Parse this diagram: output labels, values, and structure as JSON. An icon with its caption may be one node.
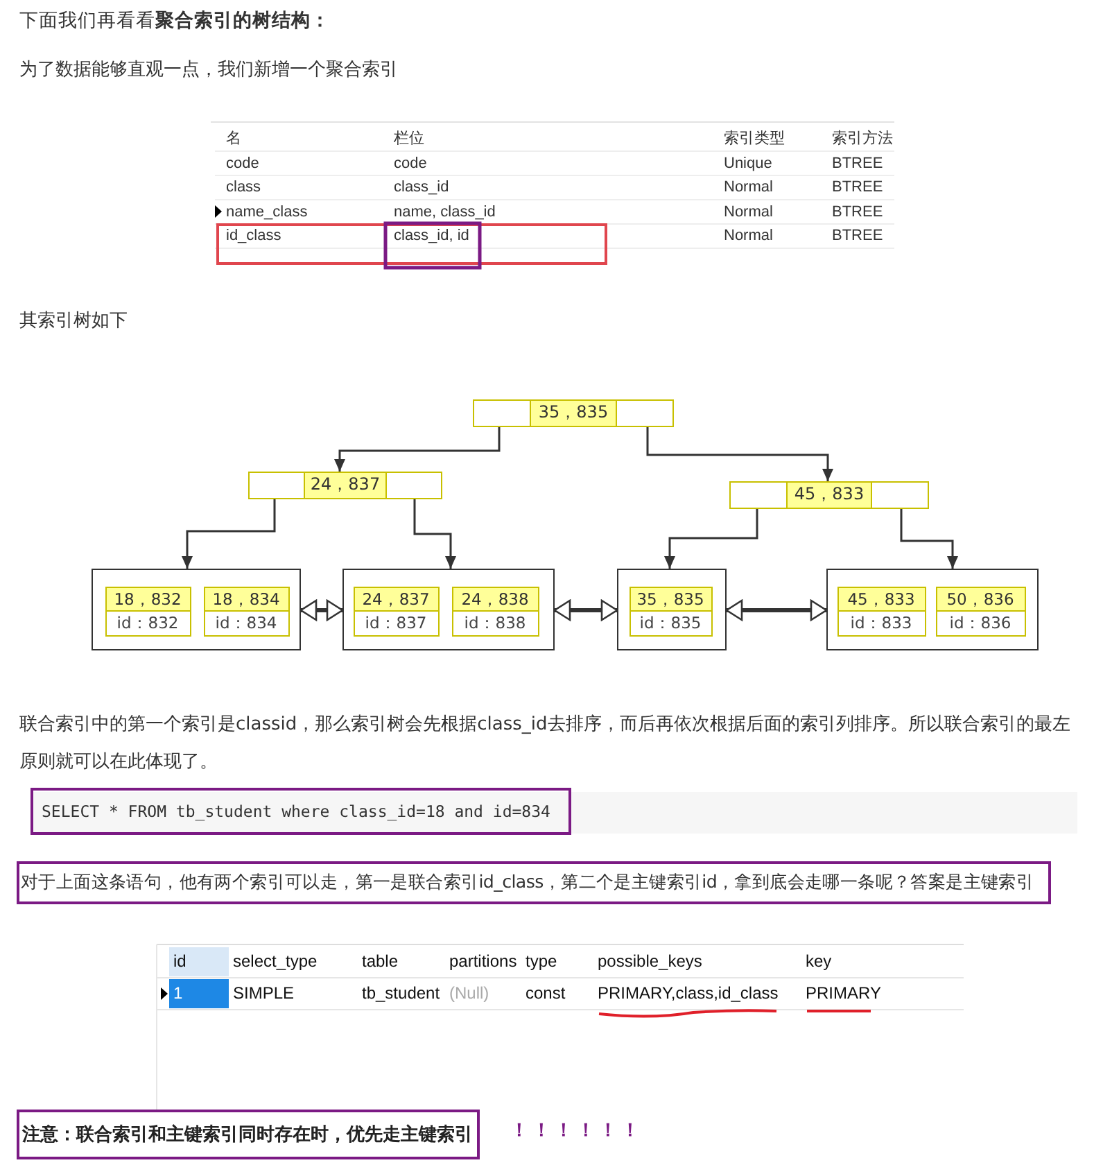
{
  "diagram": {
    "nodes": [
      {
        "text": [
          "35，835"
        ]
      },
      {
        "text": [
          "24，837"
        ]
      },
      {
        "text": [
          "45，833"
        ]
      },
      {
        "text": [],
        "shape": "box"
      },
      {
        "text": [
          "18，832",
          "id：832"
        ],
        "in": 3
      },
      {
        "text": [
          "18，834",
          "id：834"
        ],
        "in": 3
      },
      {
        "text": [],
        "shape": "box"
      },
      {
        "text": [
          "24，837",
          "id：837"
        ],
        "in": 6
      },
      {
        "text": [
          "24，838",
          "id：838"
        ],
        "in": 6
      },
      {
        "text": [],
        "shape": "box"
      },
      {
        "text": [
          "35，835",
          "id：835"
        ],
        "in": 9
      },
      {
        "text": [],
        "shape": "box"
      },
      {
        "text": [
          "45，833",
          "id：833"
        ],
        "in": 11
      },
      {
        "text": [
          "50，836",
          "id：836"
        ],
        "in": 11
      }
    ],
    "edges": [
      {
        "from": 0,
        "to": 1,
        "arrow": "to"
      },
      {
        "from": 0,
        "to": 2,
        "arrow": "to"
      },
      {
        "from": 1,
        "to": 3,
        "arrow": "to"
      },
      {
        "from": 1,
        "to": 6,
        "arrow": "to"
      },
      {
        "from": 2,
        "to": 9,
        "arrow": "to"
      },
      {
        "from": 2,
        "to": 11,
        "arrow": "to"
      },
      {
        "from": 3,
        "to": 6,
        "arrow": "both",
        "style": "thick"
      },
      {
        "from": 6,
        "to": 9,
        "arrow": "both",
        "style": "thick"
      },
      {
        "from": 9,
        "to": 11,
        "arrow": "both",
        "style": "thick"
      }
    ],
    "labels": [
      "下面我们再看看**聚合索引的树结构：**",
      "为了数据能够直观一点，我们新增一个聚合索引",
      "名",
      "栏位",
      "索引类型",
      "索引方法",
      "code",
      "code",
      "Unique",
      "BTREE",
      "class",
      "class_id",
      "Normal",
      "BTREE",
      "name_class",
      "name, class_id",
      "Normal",
      "BTREE",
      "id_class",
      "class_id, id",
      "Normal",
      "BTREE",
      "其索引树如下",
      "联合索引中的第一个索引是classid，那么索引树会先根据class_id去排序，而后再依次根据后面的索引列排序。所以联合索引的最左原则就可以在此体现了。",
      "SELECT * FROM tb_student where class_id=18 and id=834",
      "对于上面这条语句，他有两个索引可以走，第一是联合索引id_class，第二个是主键索引id，拿到底会走哪一条呢？答案是主键索引",
      "id",
      "select_type",
      "table",
      "partitions",
      "type",
      "possible_keys",
      "key",
      "1",
      "SIMPLE",
      "tb_student",
      "(Null)",
      "const",
      "PRIMARY,class,id_class",
      "PRIMARY",
      "注意：联合索引和主键索引同时存在时，优先走主键索引",
      "！！！！！！"
    ]
  }
}
